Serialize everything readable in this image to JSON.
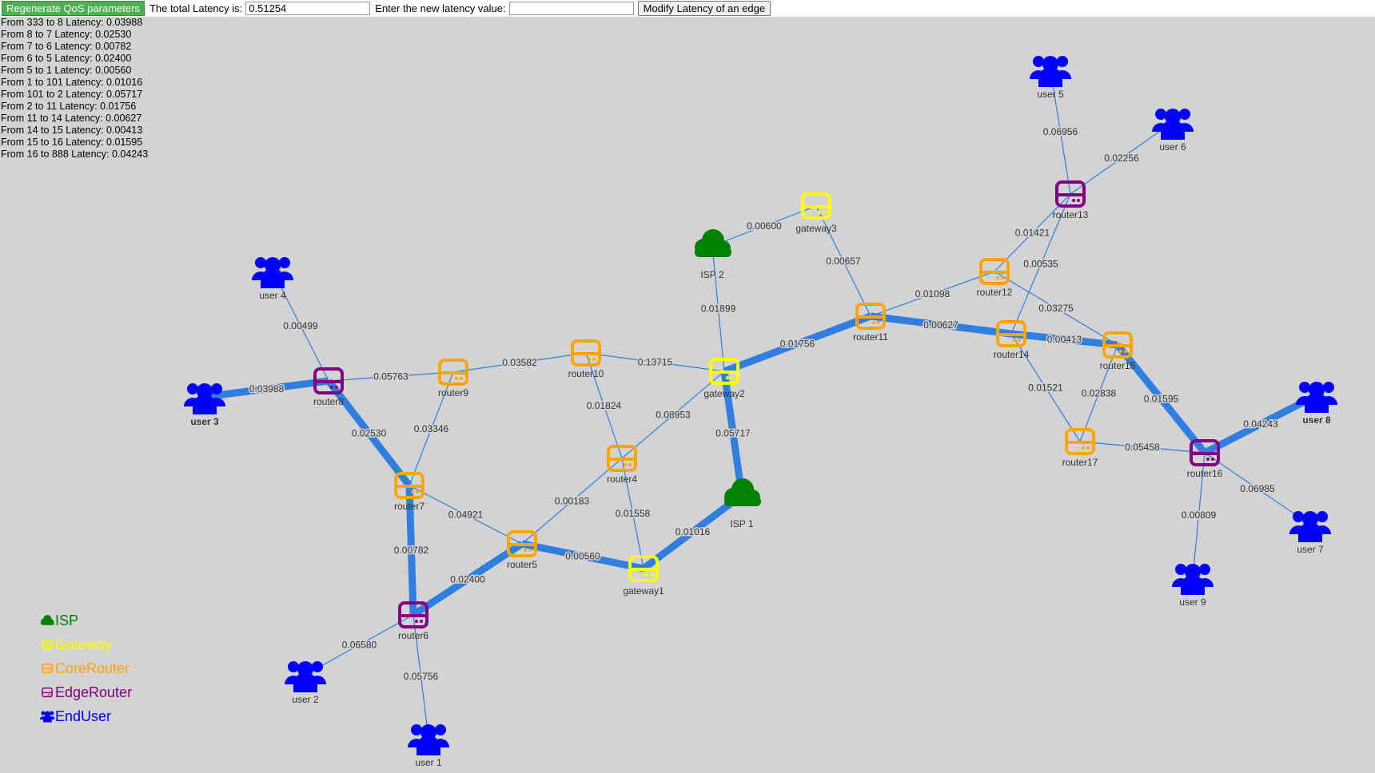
{
  "toolbar": {
    "regen_label": "Regenerate QoS parameters",
    "total_label": "The total Latency is:",
    "total_value": "0.51254",
    "new_label": "Enter the new latency value:",
    "new_value": "",
    "modify_label": "Modify Latency of an edge"
  },
  "log": [
    "From 333 to 8 Latency: 0.03988",
    "From 8 to 7 Latency: 0.02530",
    "From 7 to 6 Latency: 0.00782",
    "From 6 to 5 Latency: 0.02400",
    "From 5 to 1 Latency: 0.00560",
    "From 1 to 101 Latency: 0.01016",
    "From 101 to 2 Latency: 0.05717",
    "From 2 to 11 Latency: 0.01756",
    "From 11 to 14 Latency: 0.00627",
    "From 14 to 15 Latency: 0.00413",
    "From 15 to 16 Latency: 0.01595",
    "From 16 to 888 Latency: 0.04243"
  ],
  "colors": {
    "isp": "#008000",
    "gateway": "#ffff00",
    "core": "#ffa500",
    "edge": "#800080",
    "user": "#0000ff",
    "link": "#2f7ee0"
  },
  "legend": [
    {
      "label": "ISP",
      "type": "isp",
      "icon": "cloud-icon"
    },
    {
      "label": "Gateway",
      "type": "gateway",
      "icon": "hdd-icon"
    },
    {
      "label": "CoreRouter",
      "type": "core",
      "icon": "hdd-icon"
    },
    {
      "label": "EdgeRouter",
      "type": "edge",
      "icon": "hdd-icon"
    },
    {
      "label": "EndUser",
      "type": "user",
      "icon": "users-icon"
    }
  ],
  "nodes": [
    {
      "id": "isp1",
      "label": "ISP 1",
      "type": "isp"
    },
    {
      "id": "isp2",
      "label": "ISP 2",
      "type": "isp"
    },
    {
      "id": "gateway1",
      "label": "gateway1",
      "type": "gateway"
    },
    {
      "id": "gateway2",
      "label": "gateway2",
      "type": "gateway"
    },
    {
      "id": "gateway3",
      "label": "gateway3",
      "type": "gateway"
    },
    {
      "id": "router4",
      "label": "router4",
      "type": "core"
    },
    {
      "id": "router5",
      "label": "router5",
      "type": "core"
    },
    {
      "id": "router7",
      "label": "router7",
      "type": "core"
    },
    {
      "id": "router9",
      "label": "router9",
      "type": "core"
    },
    {
      "id": "router10",
      "label": "router10",
      "type": "core"
    },
    {
      "id": "router11",
      "label": "router11",
      "type": "core"
    },
    {
      "id": "router12",
      "label": "router12",
      "type": "core"
    },
    {
      "id": "router14",
      "label": "router14",
      "type": "core"
    },
    {
      "id": "router15",
      "label": "router15",
      "type": "core"
    },
    {
      "id": "router17",
      "label": "router17",
      "type": "core"
    },
    {
      "id": "router6",
      "label": "router6",
      "type": "edge"
    },
    {
      "id": "router8",
      "label": "router8",
      "type": "edge"
    },
    {
      "id": "router13",
      "label": "router13",
      "type": "edge"
    },
    {
      "id": "router16",
      "label": "router16",
      "type": "edge"
    },
    {
      "id": "user1",
      "label": "user 1",
      "type": "user"
    },
    {
      "id": "user2",
      "label": "user 2",
      "type": "user"
    },
    {
      "id": "user3",
      "label": "user 3",
      "type": "user",
      "bold": true
    },
    {
      "id": "user4",
      "label": "user 4",
      "type": "user"
    },
    {
      "id": "user5",
      "label": "user 5",
      "type": "user"
    },
    {
      "id": "user6",
      "label": "user 6",
      "type": "user"
    },
    {
      "id": "user7",
      "label": "user 7",
      "type": "user"
    },
    {
      "id": "user8",
      "label": "user 8",
      "type": "user",
      "bold": true
    },
    {
      "id": "user9",
      "label": "user 9",
      "type": "user"
    }
  ],
  "edges": [
    {
      "from": "user3",
      "to": "router8",
      "latency": "0.03988",
      "path": true
    },
    {
      "from": "router8",
      "to": "router7",
      "latency": "0.02530",
      "path": true
    },
    {
      "from": "router7",
      "to": "router6",
      "latency": "0.00782",
      "path": true
    },
    {
      "from": "router6",
      "to": "router5",
      "latency": "0.02400",
      "path": true
    },
    {
      "from": "router5",
      "to": "gateway1",
      "latency": "0.00560",
      "path": true
    },
    {
      "from": "gateway1",
      "to": "isp1",
      "latency": "0.01016",
      "path": true
    },
    {
      "from": "isp1",
      "to": "gateway2",
      "latency": "0.05717",
      "path": true
    },
    {
      "from": "gateway2",
      "to": "router11",
      "latency": "0.01756",
      "path": true
    },
    {
      "from": "router11",
      "to": "router14",
      "latency": "0.00627",
      "path": true
    },
    {
      "from": "router14",
      "to": "router15",
      "latency": "0.00413",
      "path": true
    },
    {
      "from": "router15",
      "to": "router16",
      "latency": "0.01595",
      "path": true
    },
    {
      "from": "router16",
      "to": "user8",
      "latency": "0.04243",
      "path": true
    },
    {
      "from": "user4",
      "to": "router8",
      "latency": "0.00499"
    },
    {
      "from": "router8",
      "to": "router9",
      "latency": "0.05763"
    },
    {
      "from": "router9",
      "to": "router10",
      "latency": "0.03582"
    },
    {
      "from": "router9",
      "to": "router7",
      "latency": "0.03346"
    },
    {
      "from": "router10",
      "to": "gateway2",
      "latency": "0.13715"
    },
    {
      "from": "router10",
      "to": "router4",
      "latency": "0.01824"
    },
    {
      "from": "router4",
      "to": "gateway2",
      "latency": "0.08953"
    },
    {
      "from": "router4",
      "to": "router5",
      "latency": "0.00183"
    },
    {
      "from": "router4",
      "to": "gateway1",
      "latency": "0.01558"
    },
    {
      "from": "router7",
      "to": "router5",
      "latency": "0.04921"
    },
    {
      "from": "router6",
      "to": "user2",
      "latency": "0.06580"
    },
    {
      "from": "router6",
      "to": "user1",
      "latency": "0.05756"
    },
    {
      "from": "isp2",
      "to": "gateway2",
      "latency": "0.01899"
    },
    {
      "from": "isp2",
      "to": "gateway3",
      "latency": "0.00600"
    },
    {
      "from": "gateway3",
      "to": "router11",
      "latency": "0.00657"
    },
    {
      "from": "router11",
      "to": "router12",
      "latency": "0.01098"
    },
    {
      "from": "router12",
      "to": "router13",
      "latency": "0.01421"
    },
    {
      "from": "router12",
      "to": "router15",
      "latency": "0.03275"
    },
    {
      "from": "router13",
      "to": "router14",
      "latency": "0.00535"
    },
    {
      "from": "router13",
      "to": "user5",
      "latency": "0.06956"
    },
    {
      "from": "router13",
      "to": "user6",
      "latency": "0.02256"
    },
    {
      "from": "router14",
      "to": "router17",
      "latency": "0.01521"
    },
    {
      "from": "router17",
      "to": "router15",
      "latency": "0.02838"
    },
    {
      "from": "router17",
      "to": "router16",
      "latency": "0.05458"
    },
    {
      "from": "router16",
      "to": "user7",
      "latency": "0.06985"
    },
    {
      "from": "router16",
      "to": "user9",
      "latency": "0.00809"
    }
  ]
}
